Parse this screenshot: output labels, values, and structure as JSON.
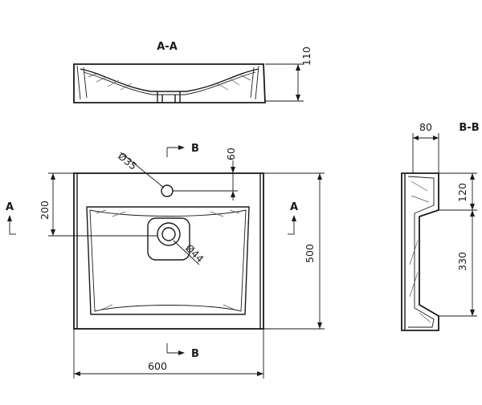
{
  "views": {
    "section_a": {
      "title": "A-A",
      "height": "110"
    },
    "section_b": {
      "title": "B-B",
      "depth": "80",
      "upper": "120",
      "lower": "330"
    },
    "plan": {
      "marker_a": "A",
      "marker_b": "B",
      "tap_hole_dia": "Ø35",
      "tap_offset": "60",
      "drain_offset": "200",
      "drain_dia": "Ø44",
      "height": "500",
      "width": "600"
    }
  }
}
